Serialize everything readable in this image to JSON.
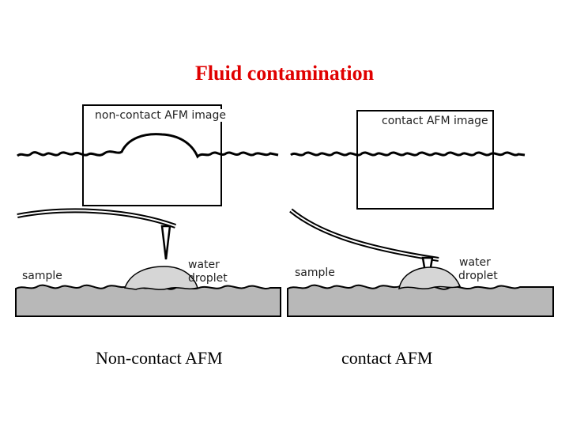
{
  "title": "Fluid contamination",
  "left_panel": {
    "image_label": "non-contact AFM image",
    "sample_label": "sample",
    "water_label_line1": "water",
    "water_label_line2": "droplet",
    "caption": "Non-contact AFM"
  },
  "right_panel": {
    "image_label": "contact AFM image",
    "sample_label": "sample",
    "water_label_line1": "water",
    "water_label_line2": "droplet",
    "caption": "contact AFM"
  },
  "colors": {
    "title": "#e00000",
    "sample": "#b8b8b8",
    "droplet": "#d6d6d6",
    "line": "#000000"
  }
}
